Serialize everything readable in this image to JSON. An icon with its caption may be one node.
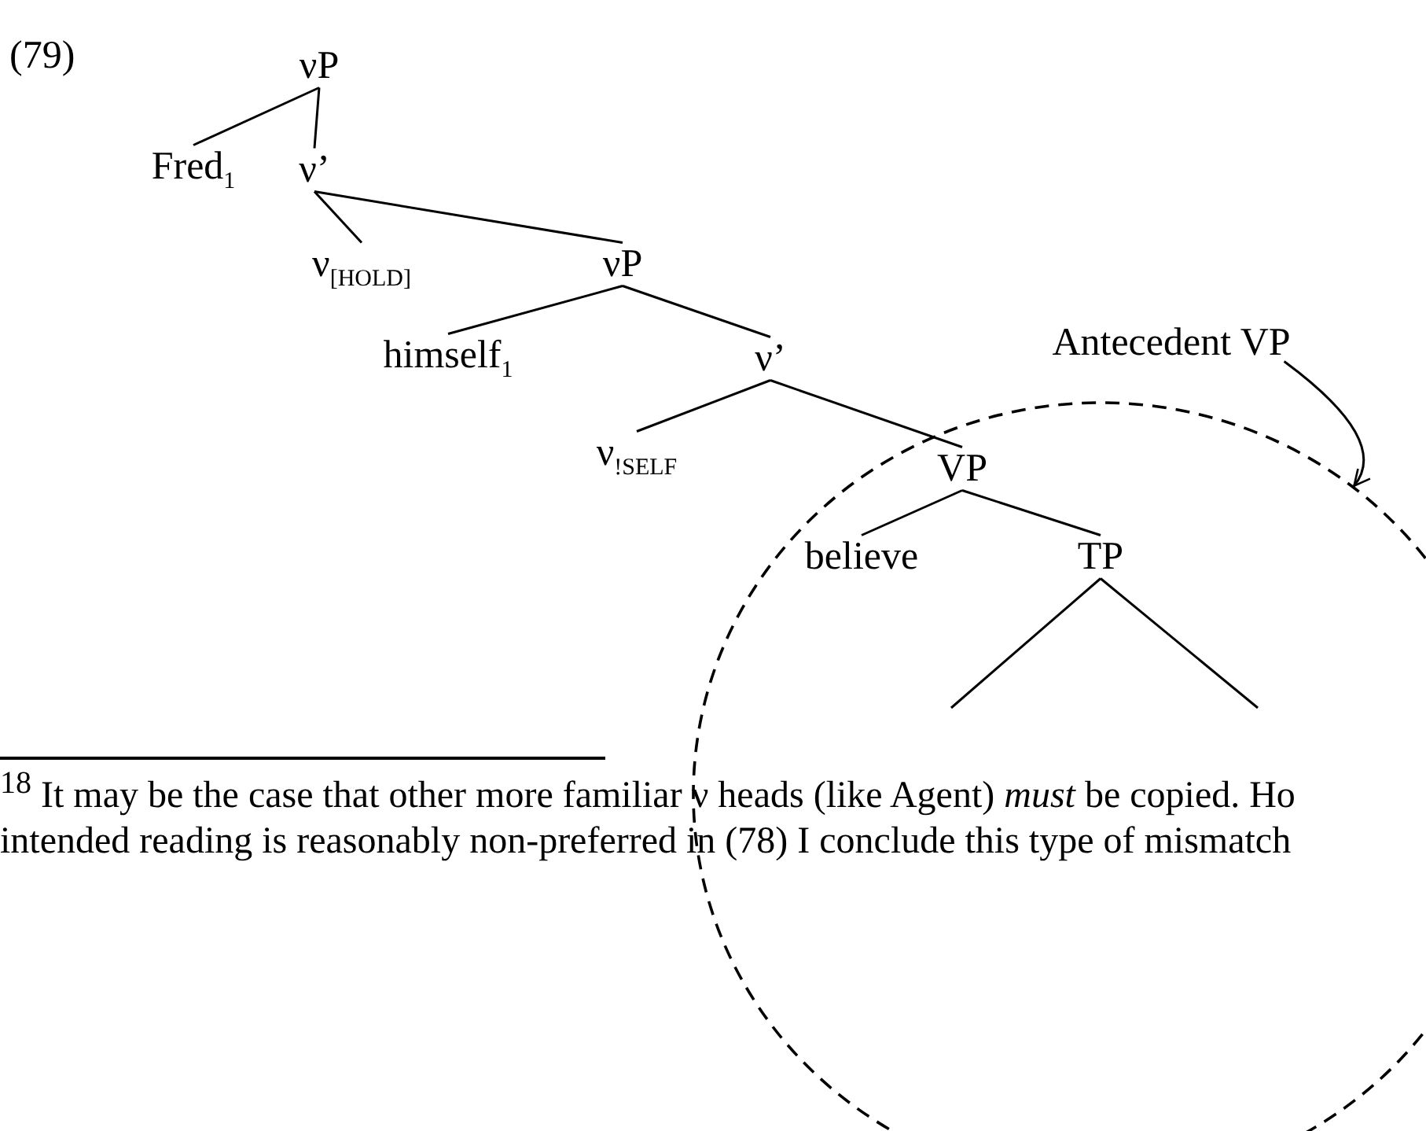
{
  "diagram": {
    "nodes": [
      {
        "text": [
          "νP"
        ]
      },
      {
        "text": [
          "Fred$_{1}$"
        ]
      },
      {
        "text": [
          "ν’"
        ]
      },
      {
        "text": [
          "ν$_{[HOLD]}$"
        ]
      },
      {
        "text": [
          "νP"
        ]
      },
      {
        "text": [
          "himself$_{1}$"
        ]
      },
      {
        "text": [
          "ν’"
        ]
      },
      {
        "text": [
          "ν$_{!SELF}$"
        ]
      },
      {
        "text": [],
        "shape": "ellipse"
      },
      {
        "text": [
          "VP"
        ],
        "in": 8
      },
      {
        "text": [
          "believe"
        ],
        "in": 8
      },
      {
        "text": [
          "TP"
        ],
        "in": 8
      },
      {
        "text": [
          "Antecedent VP"
        ]
      }
    ],
    "edges": [
      {
        "from": 0,
        "to": 1,
        "arrow": "none"
      },
      {
        "from": 0,
        "to": 2,
        "arrow": "none"
      },
      {
        "from": 2,
        "to": 3,
        "arrow": "none"
      },
      {
        "from": 2,
        "to": 4,
        "arrow": "none"
      },
      {
        "from": 4,
        "to": 5,
        "arrow": "none"
      },
      {
        "from": 4,
        "to": 6,
        "arrow": "none"
      },
      {
        "from": 6,
        "to": 7,
        "arrow": "none"
      },
      {
        "from": 6,
        "to": 9,
        "arrow": "none"
      },
      {
        "from": 9,
        "to": 10,
        "arrow": "none"
      },
      {
        "from": 9,
        "to": 11,
        "arrow": "none"
      },
      {
        "from": 11,
        "to": null,
        "arrow": "none"
      },
      {
        "from": 11,
        "to": null,
        "arrow": "none"
      },
      {
        "from": 12,
        "to": 8,
        "arrow": "to"
      }
    ],
    "labels": [
      "(79)",
      "$^{18}$ It may be the case that other more familiar ν heads (like Agent) *must* be copied. Ho intended reading is reasonably non-preferred in (78) I conclude this type of mismatch"
    ]
  }
}
